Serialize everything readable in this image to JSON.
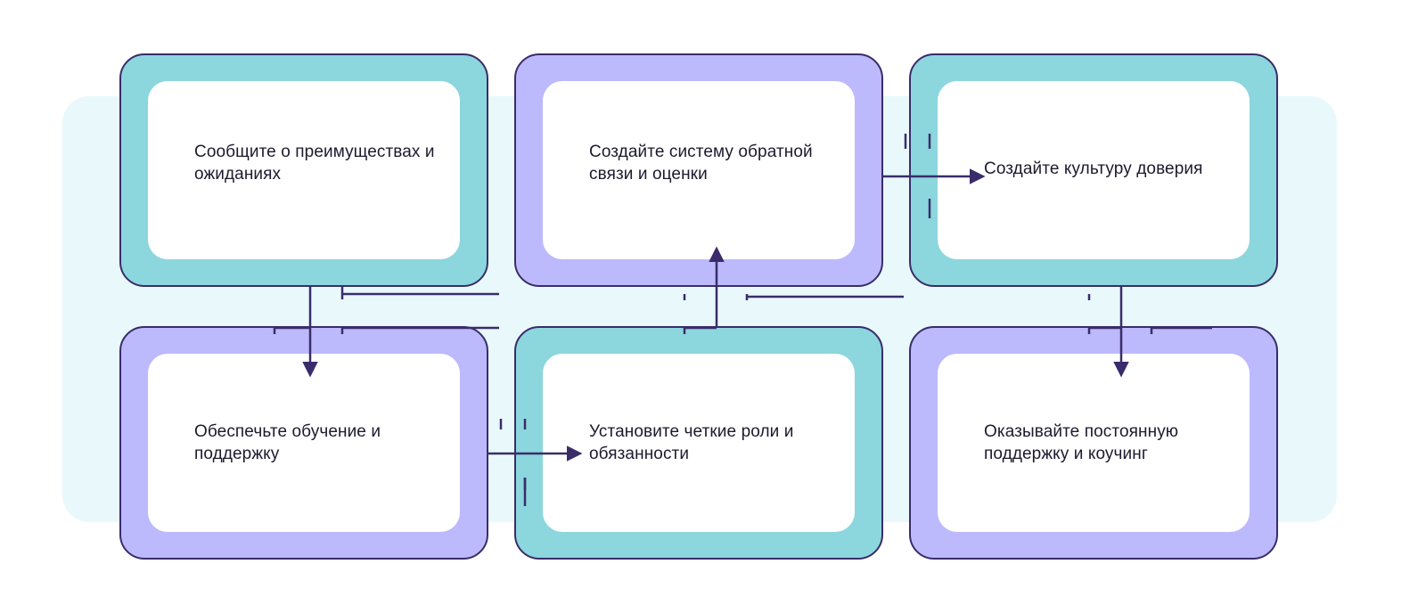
{
  "steps": [
    {
      "id": 1,
      "text": "Сообщите о преимуществах и ожиданиях"
    },
    {
      "id": 2,
      "text": "Создайте систему обратной связи и оценки"
    },
    {
      "id": 3,
      "text": "Создайте культуру доверия"
    },
    {
      "id": 4,
      "text": "Обеспечьте обучение и поддержку"
    },
    {
      "id": 5,
      "text": "Установите четкие роли и обязанности"
    },
    {
      "id": 6,
      "text": "Оказывайте постоянную поддержку и коучинг"
    }
  ],
  "flow": [
    "1→4",
    "4→5",
    "5→2",
    "2→3",
    "3→6"
  ],
  "colors": {
    "teal": "#8cd6de",
    "violet": "#bcbafc",
    "outline": "#3a2c6a",
    "arrow": "#3a2c6a",
    "backdrop": "#e9f9fb",
    "text": "#1d1a2e"
  }
}
